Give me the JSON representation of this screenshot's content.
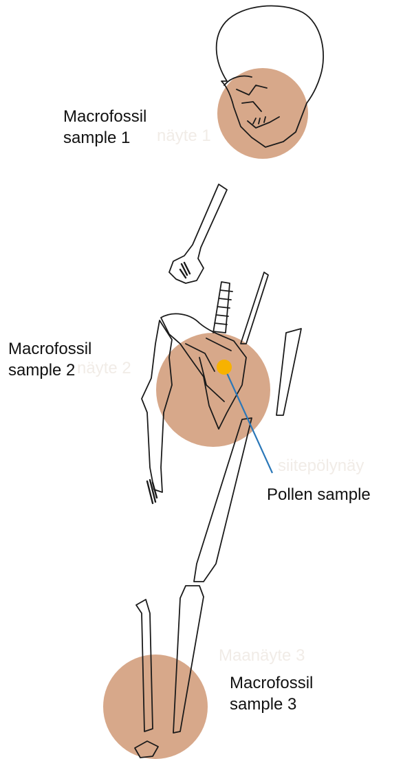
{
  "labels": {
    "macrofossil_1": [
      "Macrofossil",
      "sample 1"
    ],
    "macrofossil_2": [
      "Macrofossil",
      "sample 2"
    ],
    "macrofossil_3": [
      "Macrofossil",
      "sample 3"
    ],
    "pollen": "Pollen sample"
  },
  "ghost_text": {
    "sample_1": "näyte 1",
    "sample_2": "näyte 2",
    "pollen": "siitepölynäy",
    "sample_3": "Maanäyte 3"
  },
  "colors": {
    "macrofossil_circle": "#d7a88a",
    "pollen_dot": "#f7b200",
    "pollen_leader": "#2a77b8",
    "bone_stroke": "#1a1a1a"
  }
}
